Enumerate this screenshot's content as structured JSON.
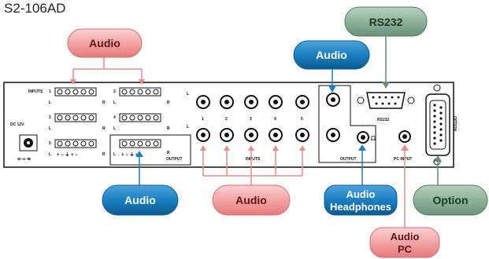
{
  "title": "S2-106AD",
  "callouts": {
    "audio_top_left": {
      "label": "Audio",
      "color": "pink"
    },
    "audio_top_right": {
      "label": "Audio",
      "color": "blue"
    },
    "rs232": {
      "label": "RS232",
      "color": "green"
    },
    "audio_bottom_left": {
      "label": "Audio",
      "color": "blue"
    },
    "audio_bottom_center": {
      "label": "Audio",
      "color": "pink"
    },
    "audio_headphones": {
      "line1": "Audio",
      "line2": "Headphones",
      "color": "blue"
    },
    "option": {
      "label": "Option",
      "color": "green"
    },
    "audio_pc": {
      "line1": "Audio",
      "line2": "PC",
      "color": "pink"
    }
  },
  "panel_labels": {
    "inputs_top": "INPUTS",
    "n1": "1",
    "n2": "2",
    "n3": "3",
    "n4": "4",
    "n5": "5",
    "L": "L",
    "R": "R",
    "dc": "DC 12V",
    "pm": "+ − ⏚ + −",
    "pm2": "+ − ⏚ + −",
    "output": "OUTPUT",
    "inputs_bottom": "INPUTS",
    "output2": "OUTPUT",
    "pc_input": "PC INPUT",
    "rs232": "RS232",
    "option": "OPTION",
    "rca_nums": [
      "1",
      "2",
      "3",
      "4",
      "5"
    ]
  },
  "colors": {
    "pink_fill": "#f4a3a3",
    "pink_stroke": "#d66d6d",
    "blue_fill": "#1a7fc0",
    "blue_stroke": "#0c5f94",
    "green_fill": "#7fa88a",
    "green_stroke": "#557a60",
    "pink_line": "#ee8a8a",
    "blue_line": "#1b7fc4",
    "green_line": "#5e8f6f"
  }
}
